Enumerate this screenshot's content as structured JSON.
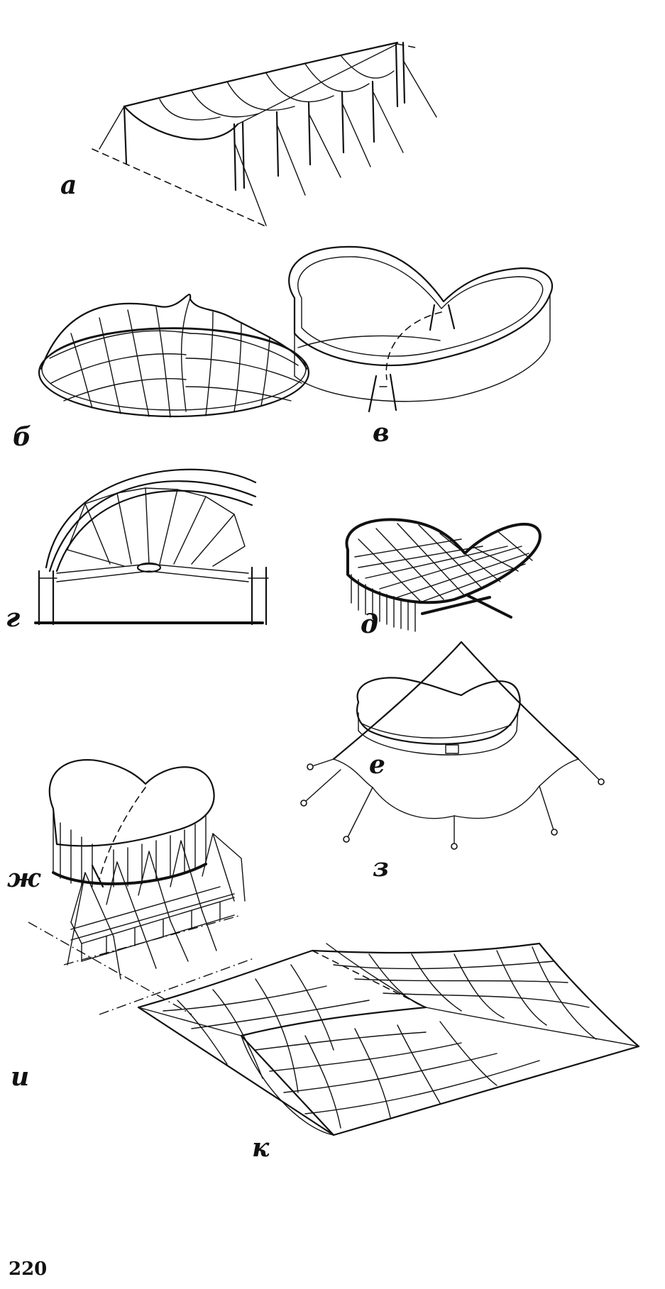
{
  "figure": {
    "labels": {
      "a": "а",
      "b": "б",
      "v": "в",
      "g": "г",
      "d": "д",
      "e": "е",
      "zh": "ж",
      "z": "з",
      "i": "и",
      "k": "к"
    },
    "page_number": "220"
  }
}
